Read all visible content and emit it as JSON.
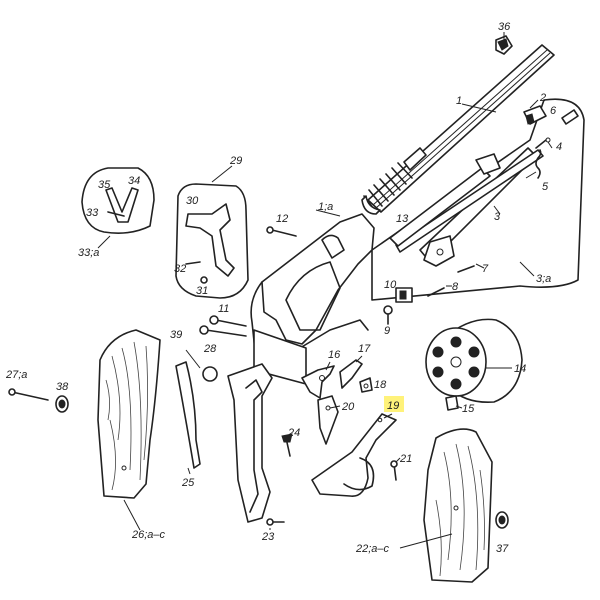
{
  "labels": {
    "p1": "1",
    "p1a": "1;a",
    "p2": "2",
    "p3": "3",
    "p3a": "3;a",
    "p4": "4",
    "p5": "5",
    "p6": "6",
    "p7": "7",
    "p8": "8",
    "p9": "9",
    "p10": "10",
    "p11": "11",
    "p12": "12",
    "p13": "13",
    "p14": "14",
    "p15": "15",
    "p16": "16",
    "p17": "17",
    "p18": "18",
    "p19": "19",
    "p20": "20",
    "p21": "21",
    "p22": "22;a–c",
    "p23": "23",
    "p24": "24",
    "p25": "25",
    "p26": "26;a–c",
    "p27": "27;a",
    "p28": "28",
    "p29": "29",
    "p30": "30",
    "p31": "31",
    "p32": "32",
    "p33": "33",
    "p33a": "33;a",
    "p34": "34",
    "p35": "35",
    "p36": "36",
    "p37": "37",
    "p38": "38",
    "p39": "39"
  },
  "highlight_color": "#fff27a"
}
